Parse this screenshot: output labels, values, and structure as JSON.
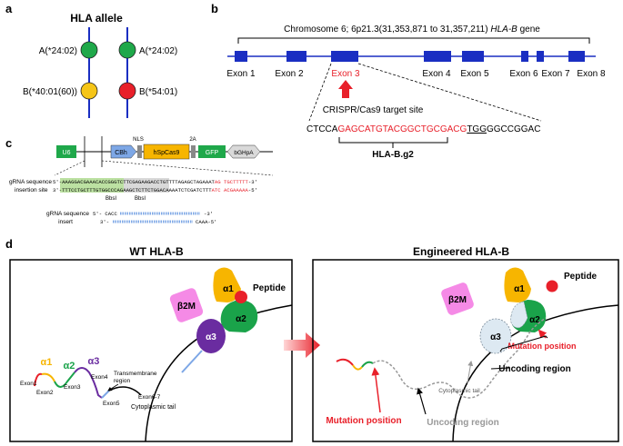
{
  "panel_a": {
    "letter": "a",
    "title": "HLA allele",
    "alleles": [
      {
        "label": "A(*24:02)",
        "color": "#1fa84a"
      },
      {
        "label": "A(*24:02)",
        "color": "#1fa84a"
      },
      {
        "label": "B(*40:01(60))",
        "color": "#f5c518"
      },
      {
        "label": "B(*54:01)",
        "color": "#e8202a"
      }
    ]
  },
  "panel_b": {
    "letter": "b",
    "title_prefix": "Chromosome 6; 6p21.3(31,353,871  to 31,357,211)",
    "gene": "HLA-B",
    "title_suffix": "gene",
    "exons": [
      "Exon 1",
      "Exon 2",
      "Exon 3",
      "Exon 4",
      "Exon 5",
      "Exon 6",
      "Exon 7",
      "Exon 8"
    ],
    "target_label": "CRISPR/Cas9 target site",
    "seq_left": "CTCCA",
    "seq_red": "GAGCATGTACGGCTGCGACG",
    "seq_pam": "TGG",
    "seq_right": "GGCCGGAC",
    "guide_label": "HLA-B.g2",
    "colors": {
      "exon": "#1a2ec2",
      "target": "#e8202a"
    }
  },
  "panel_c": {
    "letter": "c",
    "elements": [
      "U6",
      "CBh",
      "NLS",
      "hSpCas9",
      "2A",
      "GFP",
      "bGHpA"
    ],
    "grna_label": "gRNA sequence",
    "insertion_label": "insertion site",
    "seq_top_5": "5'-",
    "seq_top": "AAAGGACGAAACACCGGGTCTTCGAGAAGACCTGTTTTAGAGCTAGAAAT",
    "seq_top_red": "AG    TGCTTTTT",
    "seq_top_3": "-3'",
    "seq_bot_3": "3'-",
    "seq_bot": "TTTCCTGCTTTGTGGCCCAGAAGCTCTTCTGGACAAAATCTCGATCTTT",
    "seq_bot_red": "ATC    ACGAAAAA",
    "seq_bot_5": "-5'",
    "enzymes": [
      "BbsI",
      "BbsI"
    ],
    "insert_label1": "gRNA sequence",
    "insert_label2": "insert",
    "insert_top": "5'- CACC",
    "insert_top_end": "-3'",
    "insert_bot": "3'-",
    "insert_bot_end": "CAAA-5'"
  },
  "panel_d": {
    "letter": "d",
    "wt_title": "WT HLA-B",
    "eng_title": "Engineered HLA-B",
    "beta2m": "β2M",
    "alpha1": "α1",
    "alpha2": "α2",
    "alpha3": "α3",
    "peptide": "Peptide",
    "exon_labels": [
      "Exon1",
      "Exon2",
      "Exon3",
      "Exon4",
      "Exon5",
      "Exon6-7"
    ],
    "tm_label": "Transmembrane region",
    "cyto_label": "Cytoplasmic tail",
    "mutation_position": "Mutation position",
    "uncoding_region": "Uncoding region",
    "colors": {
      "alpha1": "#f7b500",
      "alpha2": "#1aa34a",
      "alpha3": "#6a2ca0",
      "beta2m": "#f58ae6",
      "peptide": "#e8202a",
      "arrow": "#e8202a"
    }
  }
}
